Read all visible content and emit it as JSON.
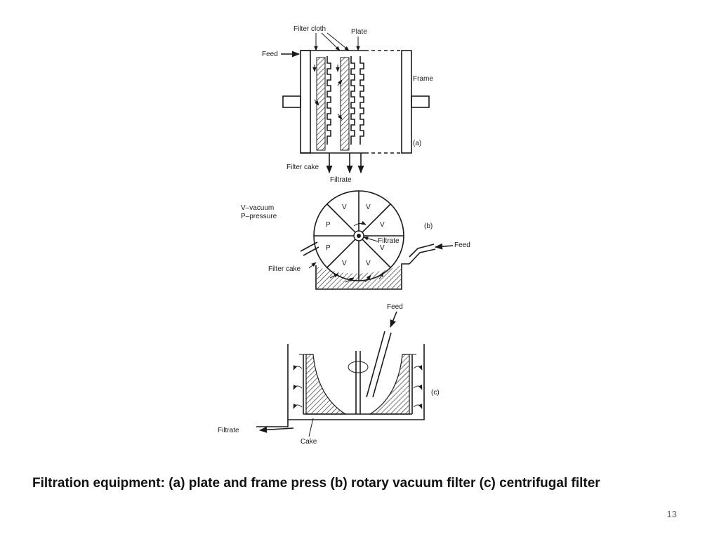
{
  "diagram_a": {
    "filter_cloth": "Filter cloth",
    "plate": "Plate",
    "feed": "Feed",
    "frame": "Frame",
    "tag": "(a)",
    "filter_cake": "Filter cake",
    "filtrate": "Filtrate"
  },
  "diagram_b": {
    "legend_vacuum": "V–vacuum",
    "legend_pressure": "P–pressure",
    "tag": "(b)",
    "filtrate": "Filtrate",
    "feed": "Feed",
    "filter_cake": "Filter cake",
    "sectors": [
      "V",
      "V",
      "V",
      "V",
      "V",
      "V",
      "P",
      "P"
    ]
  },
  "diagram_c": {
    "feed": "Feed",
    "tag": "(c)",
    "filtrate": "Filtrate",
    "cake": "Cake"
  },
  "caption": "Filtration equipment: (a) plate and frame press (b) rotary vacuum filter (c) centrifugal filter",
  "page_number": "13"
}
